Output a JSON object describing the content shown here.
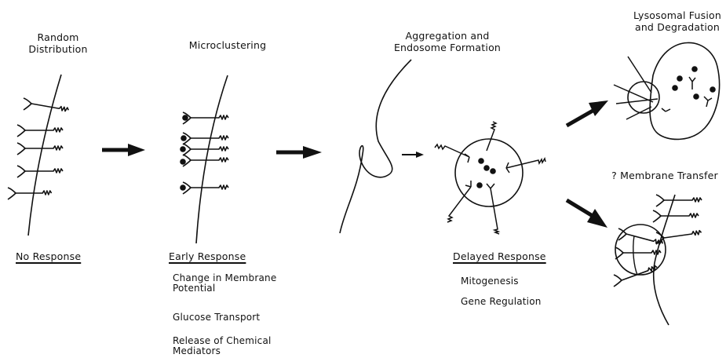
{
  "stages": {
    "random": {
      "title_line1": "Random",
      "title_line2": "Distribution",
      "response": "No Response"
    },
    "microclustering": {
      "title": "Microclustering",
      "response": "Early Response",
      "effects": [
        {
          "line1": "Change in Membrane",
          "line2": "Potential"
        },
        {
          "line1": "Glucose Transport",
          "line2": ""
        },
        {
          "line1": "Release of Chemical",
          "line2": "Mediators"
        }
      ]
    },
    "aggregation": {
      "title_line1": "Aggregation and",
      "title_line2": "Endosome Formation",
      "response": "Delayed Response",
      "effects": [
        {
          "line1": "Mitogenesis"
        },
        {
          "line1": "Gene Regulation"
        }
      ]
    },
    "lysosomal": {
      "title_line1": "Lysosomal Fusion",
      "title_line2": "and Degradation"
    },
    "transfer": {
      "title": "? Membrane Transfer"
    }
  },
  "colors": {
    "ink": "#111111",
    "background": "#ffffff"
  }
}
